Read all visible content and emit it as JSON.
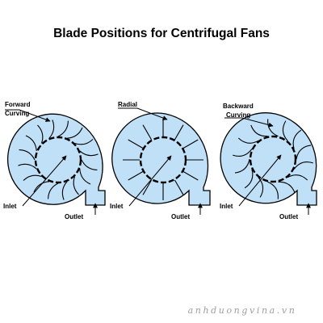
{
  "title": "Blade Positions for Centrifugal Fans",
  "fans": [
    {
      "id": "forward",
      "label_line1": "Forward",
      "label_line2": "Curving",
      "blade_type": "forward-curved",
      "blade_count": 16,
      "inlet": "Inlet",
      "outlet": "Outlet"
    },
    {
      "id": "radial",
      "label_line1": "Radial",
      "label_line2": "",
      "blade_type": "radial",
      "blade_count": 12,
      "inlet": "Inlet",
      "outlet": "Outlet"
    },
    {
      "id": "backward",
      "label_line1": "Backward",
      "label_line2": "Curving",
      "blade_type": "backward-curved",
      "blade_count": 14,
      "inlet": "Inlet",
      "outlet": "Outlet"
    }
  ],
  "watermark": "anhduongvina.vn",
  "colors": {
    "housing_fill": "#bfe0f7",
    "stroke": "#000000",
    "text": "#000000",
    "watermark": "#9e9e9e"
  }
}
